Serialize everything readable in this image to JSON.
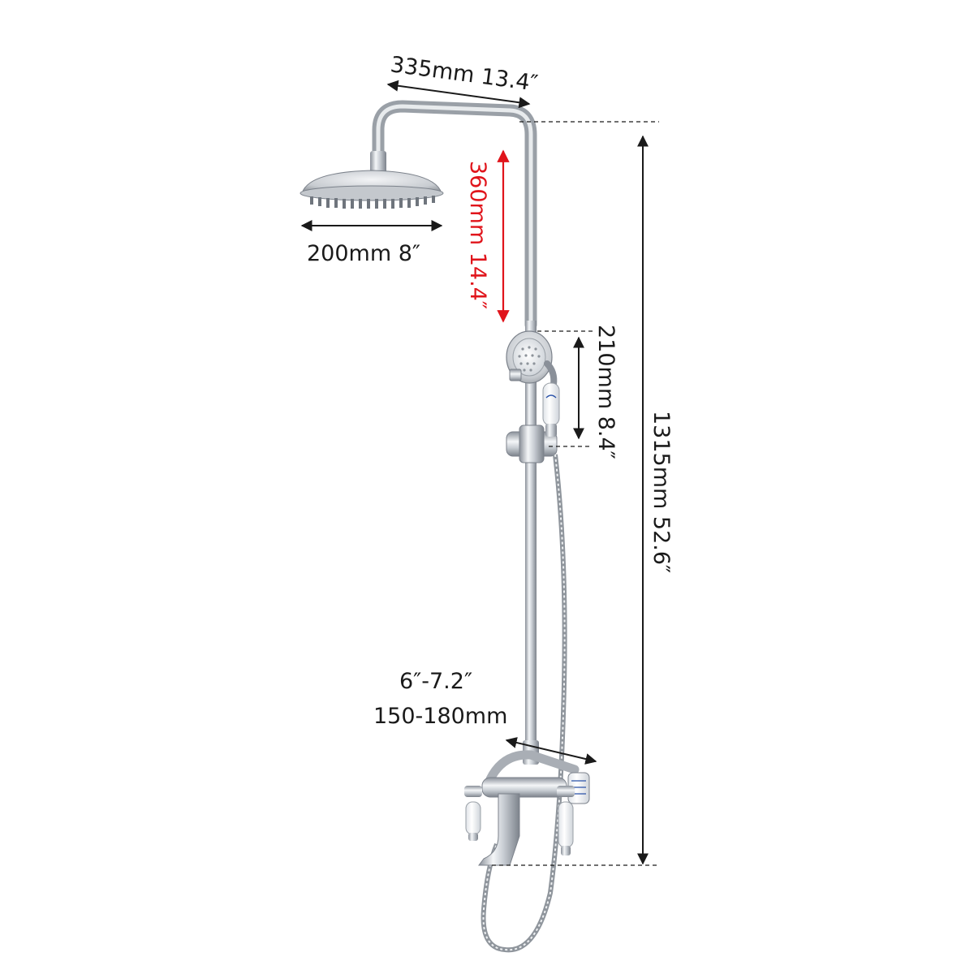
{
  "dimensions": {
    "arm_length": "335mm 13.4″",
    "head_diameter": "200mm 8″",
    "drop_height": "360mm 14.4″",
    "handheld_length": "210mm 8.4″",
    "total_height": "1315mm 52.6″",
    "center_distance_in": "6″-7.2″",
    "center_distance_mm": "150-180mm"
  },
  "colors": {
    "highlight": "#e0141b",
    "text": "#1a1a1a",
    "chrome_light": "#f4f6f8",
    "chrome_dark": "#8a9099"
  }
}
